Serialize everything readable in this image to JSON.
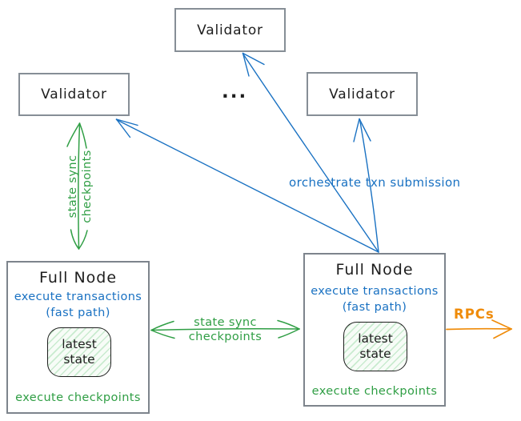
{
  "diagram": {
    "validators": {
      "top": {
        "label": "Validator"
      },
      "left": {
        "label": "Validator"
      },
      "right": {
        "label": "Validator"
      },
      "ellipsis": "..."
    },
    "full_node_left": {
      "title": "Full Node",
      "exec_txn": "execute transactions",
      "fast_path": "(fast path)",
      "state_line1": "latest",
      "state_line2": "state",
      "exec_checkpoints": "execute checkpoints"
    },
    "full_node_right": {
      "title": "Full Node",
      "exec_txn": "execute transactions",
      "fast_path": "(fast path)",
      "state_line1": "latest",
      "state_line2": "state",
      "exec_checkpoints": "execute checkpoints"
    },
    "arrow_labels": {
      "state_sync_vertical_line1": "state sync",
      "state_sync_vertical_line2": "checkpoints",
      "state_sync_horizontal_line1": "state sync",
      "state_sync_horizontal_line2": "checkpoints",
      "orchestrate": "orchestrate txn submission",
      "rpcs": "RPCs"
    },
    "colors": {
      "blue": "#1971c2",
      "green": "#2f9e44",
      "orange": "#ef8b09",
      "black": "#1e1e1e",
      "box_border": "#868e96",
      "state_fill_hatch": "#c9ebcf"
    }
  }
}
